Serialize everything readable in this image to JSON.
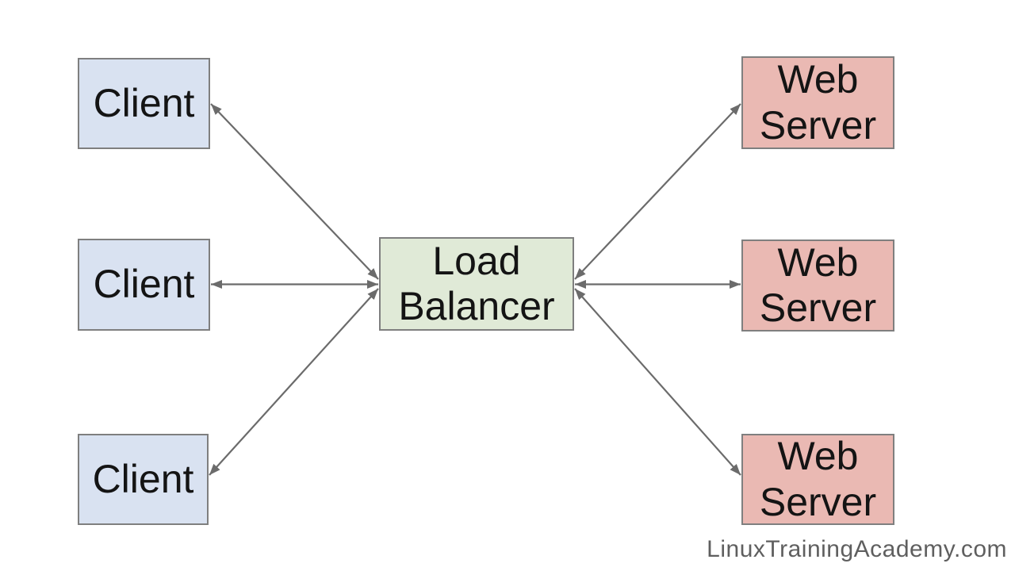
{
  "diagram": {
    "title_context": "client load-balancer web-server architecture diagram",
    "nodes": {
      "clients": [
        {
          "label": "Client"
        },
        {
          "label": "Client"
        },
        {
          "label": "Client"
        }
      ],
      "load_balancer": {
        "label": "Load Balancer"
      },
      "web_servers": [
        {
          "label": "Web Server"
        },
        {
          "label": "Web Server"
        },
        {
          "label": "Web Server"
        }
      ]
    },
    "edges": [
      {
        "from": "client-1",
        "to": "load-balancer",
        "direction": "bidirectional"
      },
      {
        "from": "client-2",
        "to": "load-balancer",
        "direction": "bidirectional"
      },
      {
        "from": "client-3",
        "to": "load-balancer",
        "direction": "bidirectional"
      },
      {
        "from": "load-balancer",
        "to": "web-server-1",
        "direction": "bidirectional"
      },
      {
        "from": "load-balancer",
        "to": "web-server-2",
        "direction": "bidirectional"
      },
      {
        "from": "load-balancer",
        "to": "web-server-3",
        "direction": "bidirectional"
      }
    ],
    "colors": {
      "client_fill": "#d9e2f1",
      "load_balancer_fill": "#e0ead7",
      "web_server_fill": "#eab9b3",
      "node_border": "#7f7f7f",
      "arrow": "#6b6b6b",
      "node_text": "#141414",
      "watermark_text": "#5f5f5f",
      "background": "#ffffff"
    },
    "watermark": "LinuxTrainingAcademy.com"
  }
}
